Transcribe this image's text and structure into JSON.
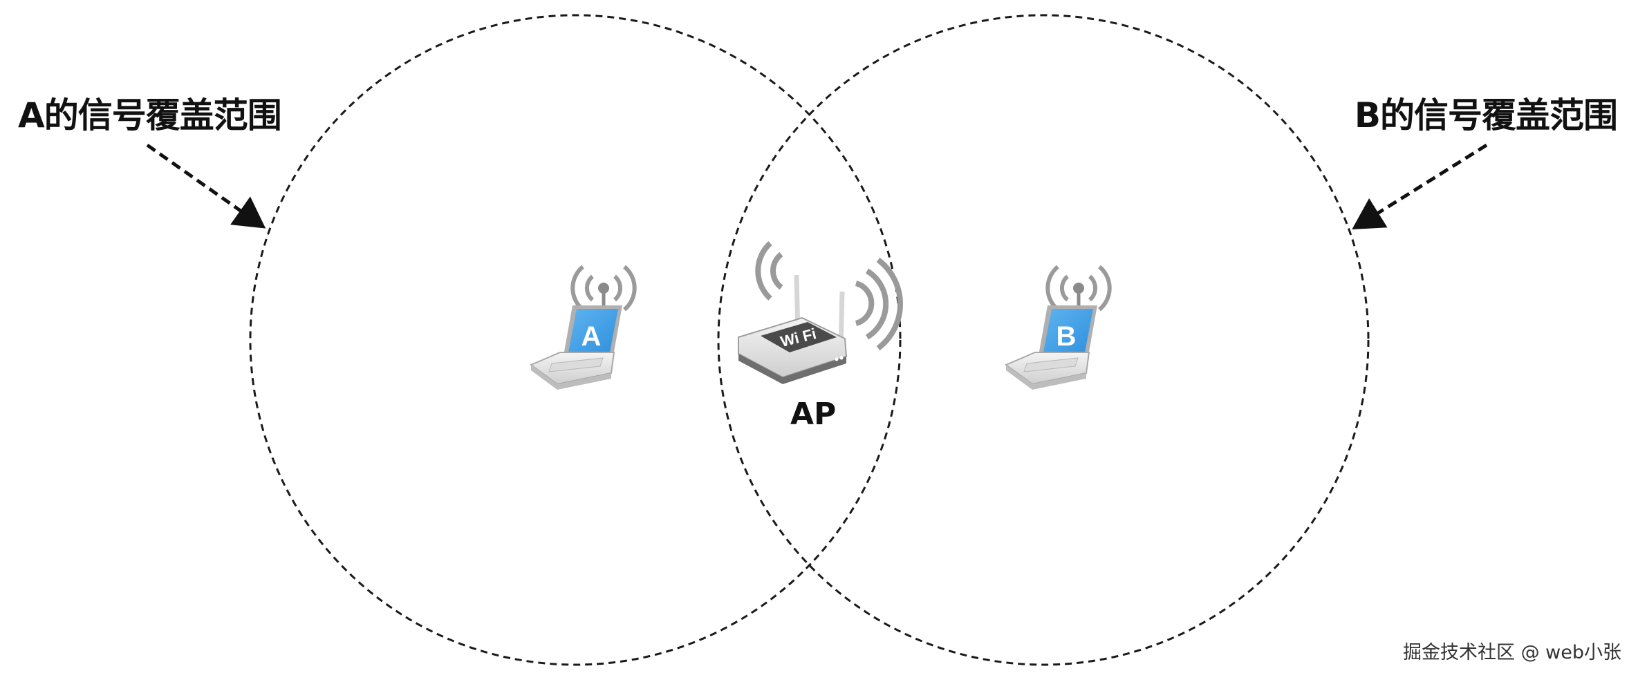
{
  "labels": {
    "a_coverage": "A的信号覆盖范围",
    "b_coverage": "B的信号覆盖范围",
    "ap": "AP"
  },
  "devices": {
    "laptop_a_letter": "A",
    "laptop_b_letter": "B",
    "router_badge": "Wi Fi"
  },
  "icons": {
    "laptop": "laptop-icon",
    "router": "wifi-router-icon",
    "signal": "signal-waves-icon",
    "arrow": "dashed-arrow-icon"
  },
  "colors": {
    "circle_stroke": "#1a1a1a",
    "screen_blue": "#3b9ee6",
    "device_gray": "#9a9a9a",
    "text": "#111111"
  },
  "watermark": "掘金技术社区 @ web小张"
}
